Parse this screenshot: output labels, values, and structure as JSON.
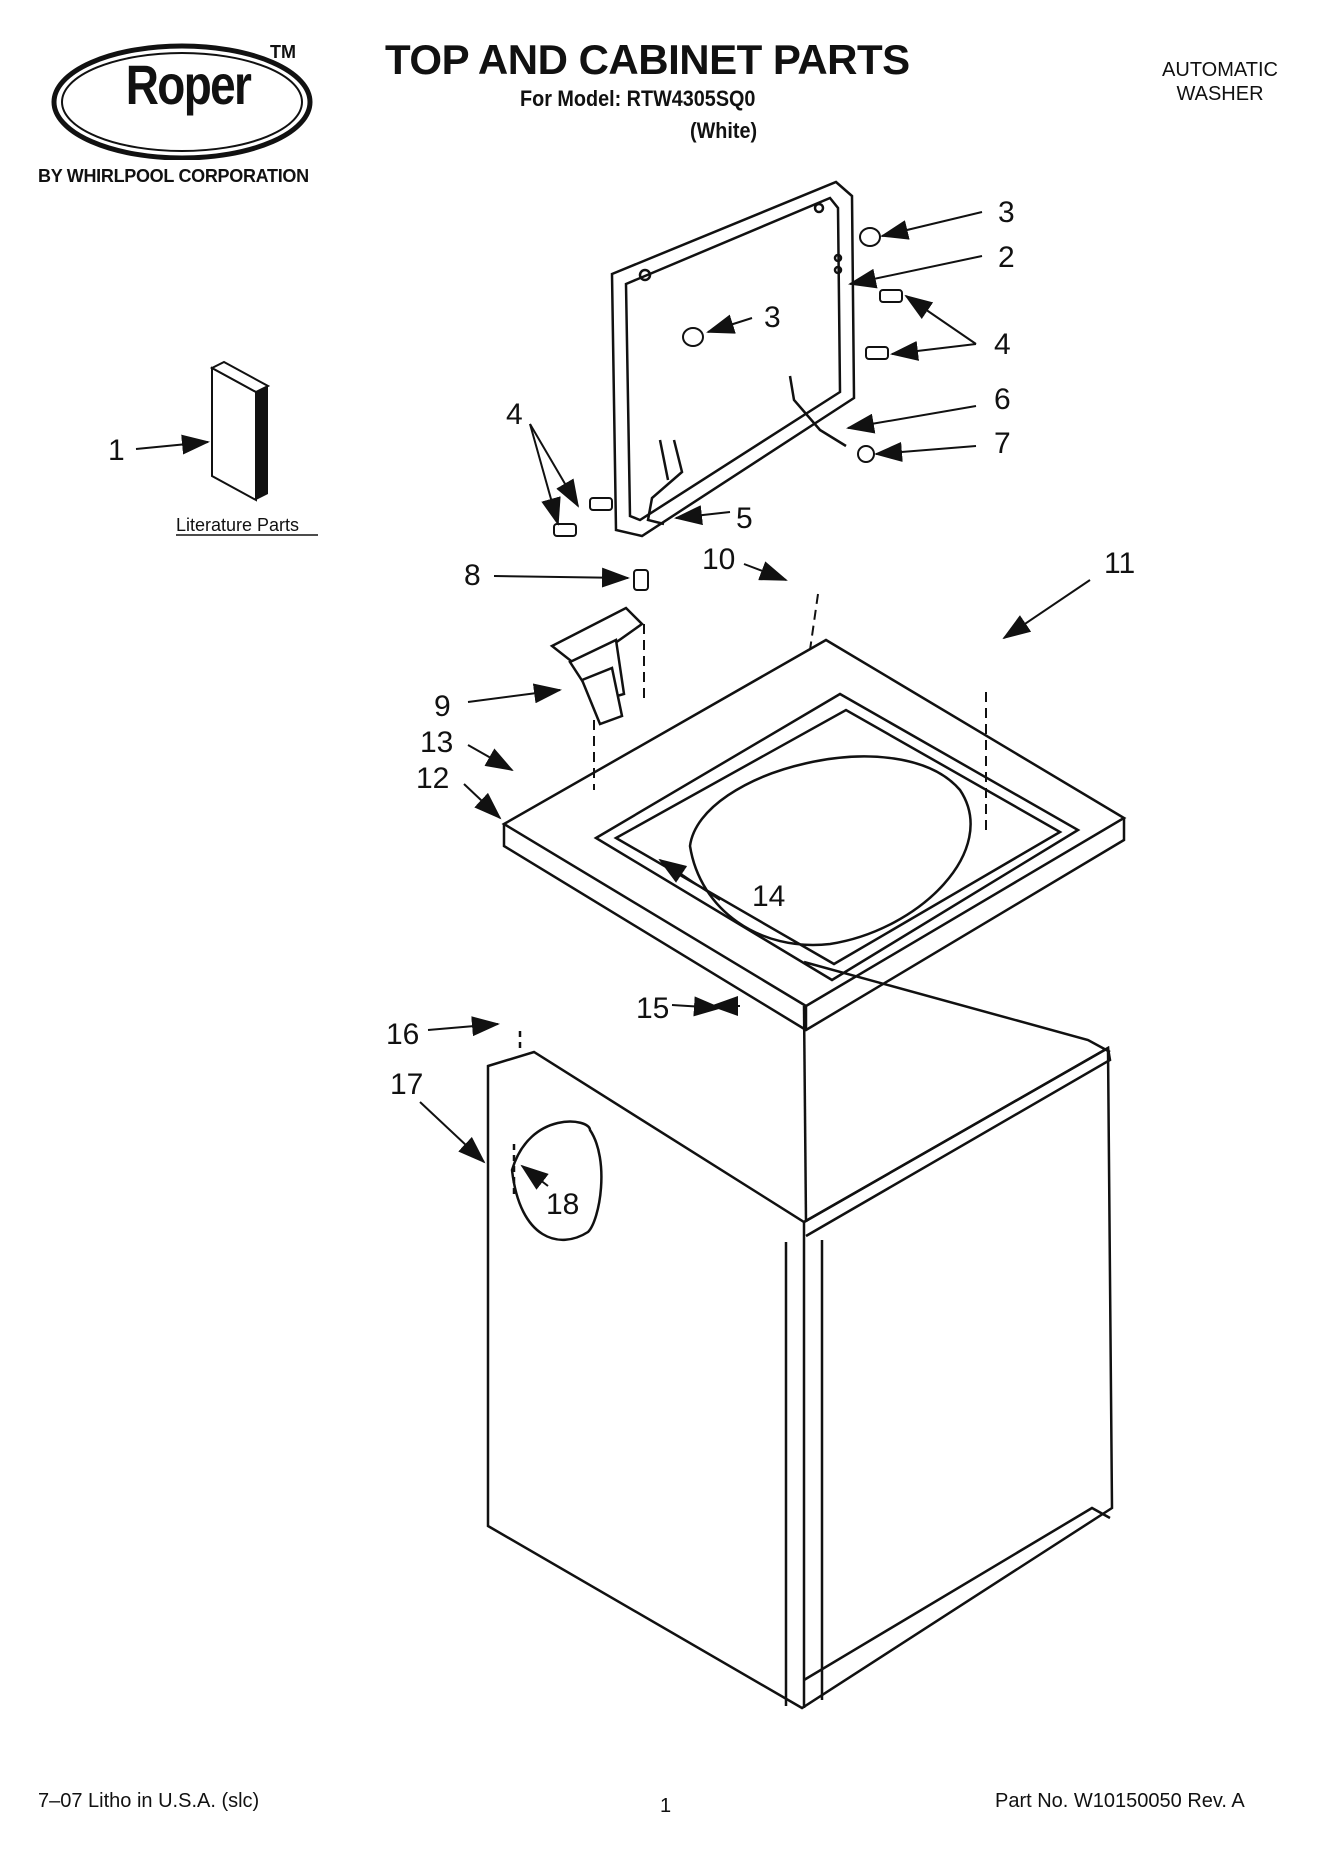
{
  "header": {
    "brand": "Roper",
    "trademark": "TM",
    "corporation": "BY WHIRLPOOL CORPORATION",
    "title": "TOP AND CABINET PARTS",
    "model_line": "For Model: RTW4305SQ0",
    "color_line": "(White)",
    "product_type": [
      "AUTOMATIC",
      "WASHER"
    ]
  },
  "diagram": {
    "literature_label": "Literature Parts",
    "callouts": [
      "1",
      "2",
      "3",
      "3",
      "4",
      "4",
      "5",
      "6",
      "7",
      "8",
      "9",
      "10",
      "11",
      "12",
      "13",
      "14",
      "15",
      "16",
      "17",
      "18"
    ]
  },
  "footer": {
    "litho": "7–07 Litho in U.S.A. (slc)",
    "page_number": "1",
    "part_number": "Part No. W10150050 Rev. A"
  },
  "colors": {
    "ink": "#111111",
    "paper": "#ffffff"
  }
}
